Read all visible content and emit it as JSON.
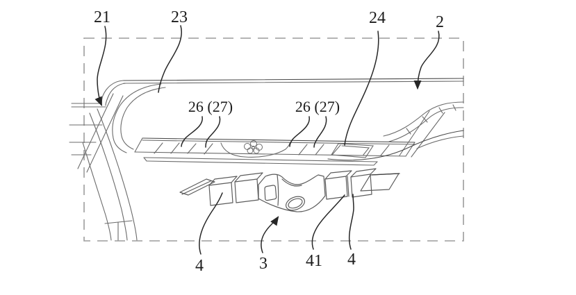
{
  "figure": {
    "kind": "patent-line-drawing",
    "description_visible_text_only": true,
    "colors": {
      "background": "#ffffff",
      "drawing_line": "#6a6a6a",
      "drawing_line_dark": "#4a4a4a",
      "leader_line": "#262626",
      "dashed_border": "#9c9c9c",
      "label_text": "#1c1c1c"
    },
    "labels": {
      "ref_21": "21",
      "ref_23": "23",
      "ref_24": "24",
      "ref_2": "2",
      "ref_26_27_left": "26 (27)",
      "ref_26_27_right": "26 (27)",
      "ref_4_left": "4",
      "ref_3": "3",
      "ref_41": "41",
      "ref_4_right": "4"
    }
  }
}
